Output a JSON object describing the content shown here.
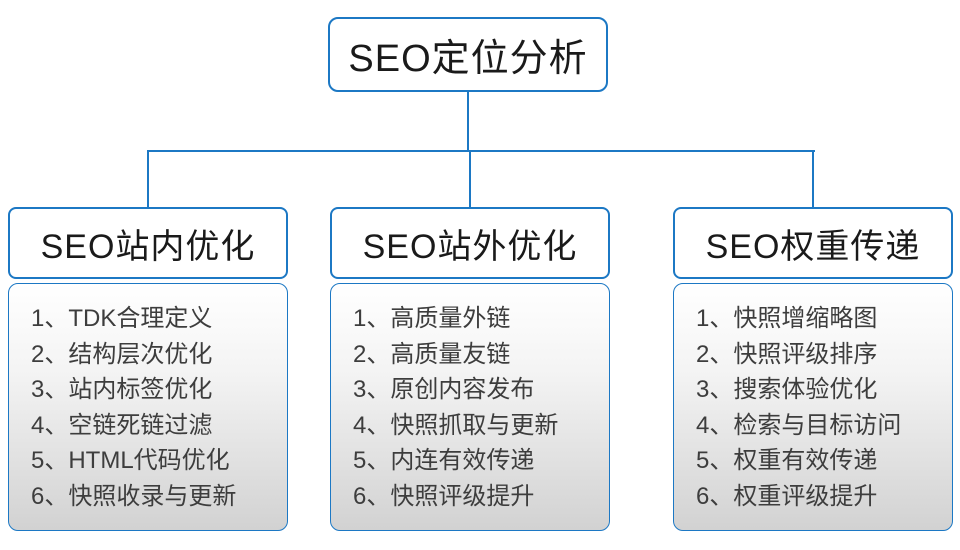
{
  "colors": {
    "accent": "#1c78c4",
    "header_text": "#1a1a1a",
    "list_text": "#3d3d3d",
    "gradient_top": "#ffffff",
    "gradient_bottom": "#d2d2d2"
  },
  "root": {
    "title": "SEO定位分析"
  },
  "columns": [
    {
      "title": "SEO站内优化",
      "items": [
        "1、TDK合理定义",
        "2、结构层次优化",
        "3、站内标签优化",
        "4、空链死链过滤",
        "5、HTML代码优化",
        "6、快照收录与更新"
      ]
    },
    {
      "title": "SEO站外优化",
      "items": [
        "1、高质量外链",
        "2、高质量友链",
        "3、原创内容发布",
        "4、快照抓取与更新",
        "5、内连有效传递",
        "6、快照评级提升"
      ]
    },
    {
      "title": "SEO权重传递",
      "items": [
        "1、快照增缩略图",
        "2、快照评级排序",
        "3、搜索体验优化",
        "4、检索与目标访问",
        "5、权重有效传递",
        "6、权重评级提升"
      ]
    }
  ]
}
